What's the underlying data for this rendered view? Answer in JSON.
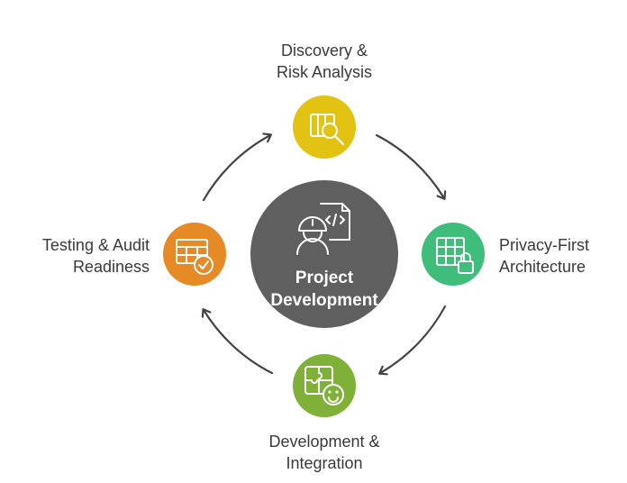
{
  "center": {
    "line1": "Project",
    "line2": "Development",
    "color": "#5f5f5f",
    "icon": "engineer-code-icon"
  },
  "stages": [
    {
      "id": "discovery",
      "line1": "Discovery &",
      "line2": "Risk Analysis",
      "color": "#e3c312",
      "icon": "document-search-icon"
    },
    {
      "id": "privacy",
      "line1": "Privacy-First",
      "line2": "Architecture",
      "color": "#3fbd7a",
      "icon": "grid-lock-icon"
    },
    {
      "id": "development",
      "line1": "Development &",
      "line2": "Integration",
      "color": "#7fb037",
      "icon": "puzzle-face-icon"
    },
    {
      "id": "testing",
      "line1": "Testing & Audit",
      "line2": "Readiness",
      "color": "#e68a26",
      "icon": "table-check-icon"
    }
  ],
  "arrow_color": "#444444"
}
